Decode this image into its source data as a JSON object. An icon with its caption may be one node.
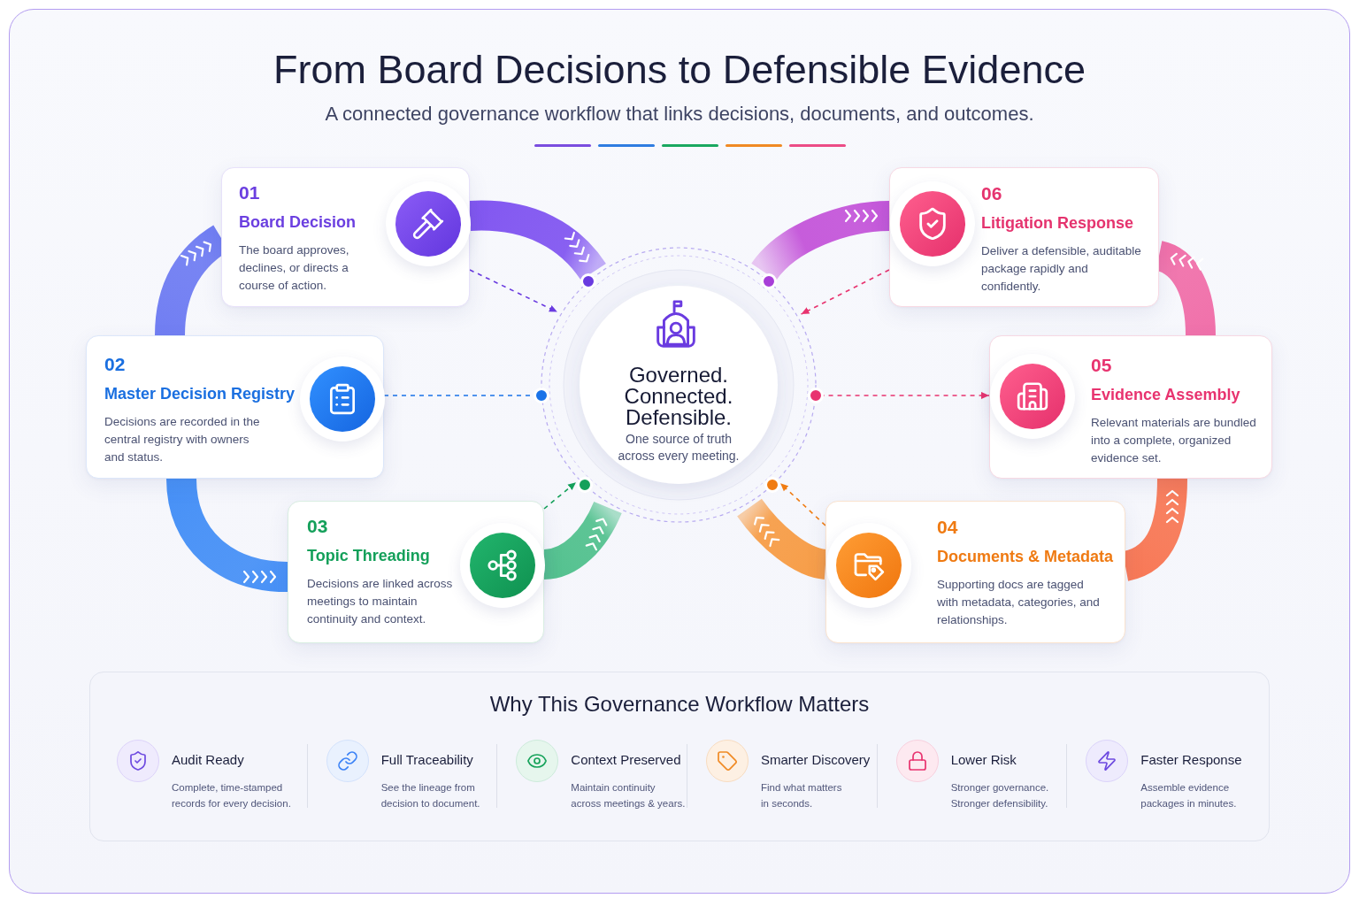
{
  "diagram": {
    "title": "From Board Decisions to Defensible Evidence",
    "nodes": [
      {
        "text": [
          "Governed. Connected. Defensible.",
          "One source of truth across every meeting."
        ]
      },
      {
        "text": [
          "01",
          "Board Decision",
          "The board approves, declines, or directs a course of action."
        ]
      },
      {
        "text": [
          "02",
          "Master Decision Registry",
          "Decisions are recorded in the central registry with owners and status."
        ]
      },
      {
        "text": [
          "03",
          "Topic Threading",
          "Decisions are linked across meetings to maintain continuity and context."
        ]
      },
      {
        "text": [
          "04",
          "Documents & Metadata",
          "Supporting docs are tagged with metadata, categories, and relationships."
        ]
      },
      {
        "text": [
          "05",
          "Evidence Assembly",
          "Relevant materials are bundled into a complete, organized evidence set."
        ]
      },
      {
        "text": [
          "06",
          "Litigation Response",
          "Deliver a defensible, auditable package rapidly and confidently."
        ]
      },
      {
        "text": [
          "Why This Governance Workflow Matters",
          "Audit Ready",
          "Complete, time-stamped records for every decision.",
          "Full Traceability",
          "See the lineage from decision to document.",
          "Context Preserved",
          "Maintain continuity across meetings & years.",
          "Smarter Discovery",
          "Find what matters in seconds.",
          "Lower Risk",
          "Stronger governance. Stronger defensibility.",
          "Faster Response",
          "Assemble evidence packages in minutes."
        ]
      }
    ],
    "edges": [
      {
        "from": 1,
        "to": 0,
        "arrow": "to",
        "style": "thick",
        "color": "#7c4ff0"
      },
      {
        "from": 2,
        "to": 1,
        "arrow": "to",
        "style": "thick",
        "color": "#6a78f2"
      },
      {
        "from": 2,
        "to": 3,
        "arrow": "to",
        "style": "thick",
        "color": "#3f8cf6"
      },
      {
        "from": 3,
        "to": 0,
        "arrow": "to",
        "style": "thick",
        "color": "#4cbf8a"
      },
      {
        "from": 4,
        "to": 0,
        "arrow": "to",
        "style": "thick",
        "color": "#f7993f"
      },
      {
        "from": 4,
        "to": 5,
        "arrow": "to",
        "style": "thick",
        "color": "#f8734f"
      },
      {
        "from": 5,
        "to": 6,
        "arrow": "to",
        "style": "thick",
        "color": "#f06aa6"
      },
      {
        "from": 0,
        "to": 6,
        "arrow": "to",
        "style": "thick",
        "color": "#c24fd8"
      },
      {
        "from": 1,
        "to": 0,
        "arrow": "to",
        "style": "dashed",
        "color": "#6a3be0"
      },
      {
        "from": 2,
        "to": 0,
        "arrow": "none",
        "style": "dashed",
        "color": "#1a73e8"
      },
      {
        "from": 3,
        "to": 0,
        "arrow": "to",
        "style": "dashed",
        "color": "#14a05a"
      },
      {
        "from": 4,
        "to": 0,
        "arrow": "to",
        "style": "dashed",
        "color": "#f07c12"
      },
      {
        "from": 0,
        "to": 5,
        "arrow": "to",
        "style": "dashed",
        "color": "#e8336f"
      },
      {
        "from": 6,
        "to": 0,
        "arrow": "to",
        "style": "dashed",
        "color": "#e8336f"
      }
    ],
    "labels": [
      "A connected governance workflow that links decisions, documents, and outcomes."
    ]
  }
}
